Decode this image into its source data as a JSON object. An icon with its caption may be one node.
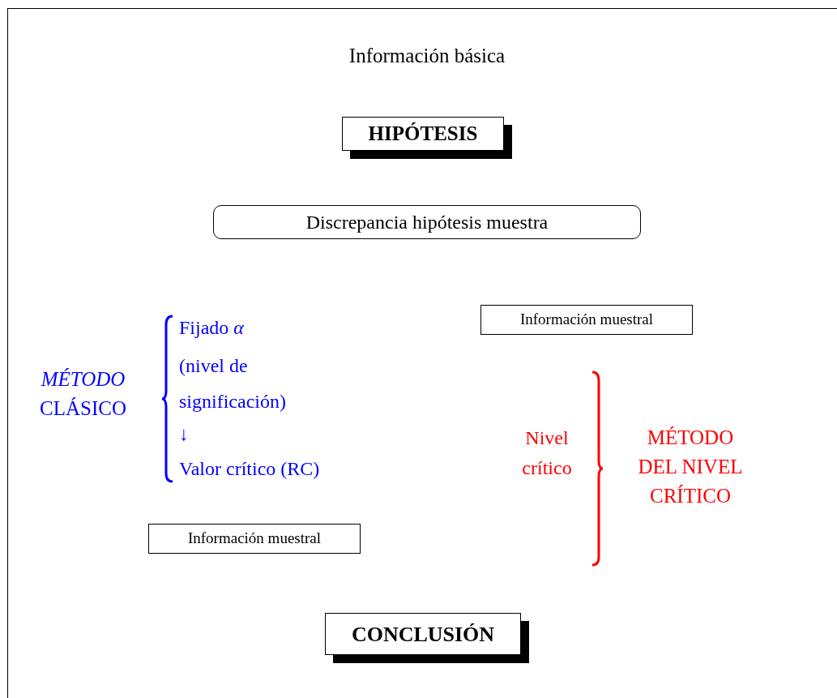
{
  "diagram": {
    "nodes": [
      {
        "text": [
          "HIPÓTESIS"
        ]
      },
      {
        "text": [
          "Discrepancia hipótesis muestra"
        ]
      },
      {
        "text": [
          "Información muestral"
        ]
      },
      {
        "text": [
          "Información muestral"
        ]
      },
      {
        "text": [
          "CONCLUSIÓN"
        ]
      }
    ],
    "labels": [
      "Información básica",
      "*MÉTODO* CLÁSICO",
      "Fijado *α*",
      "(nivel de significación)",
      "↓",
      "Valor crítico (RC)",
      "Nivel crítico",
      "MÉTODO DEL NIVEL CRÍTICO"
    ]
  }
}
